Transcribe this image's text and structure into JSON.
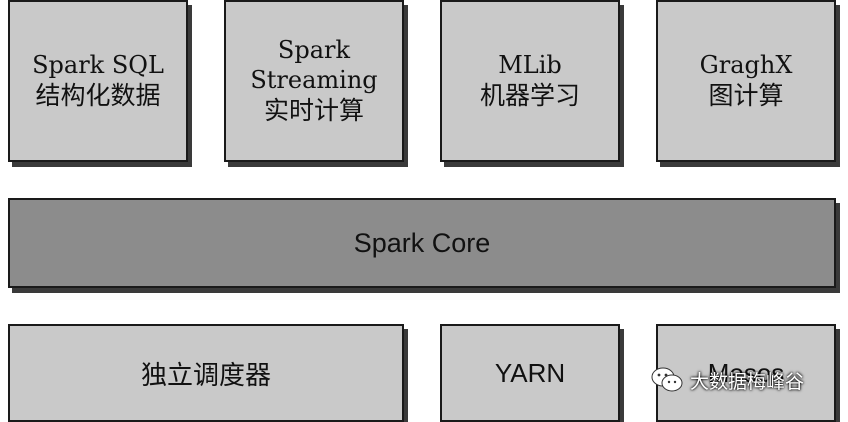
{
  "modules": {
    "spark_sql": {
      "line1": "Spark SQL",
      "line2": "结构化数据"
    },
    "spark_streaming": {
      "line1": "Spark",
      "line2": "Streaming",
      "line3": "实时计算"
    },
    "mlib": {
      "line1": "MLib",
      "line2": "机器学习"
    },
    "graphx": {
      "line1": "GraghX",
      "line2": "图计算"
    }
  },
  "core": {
    "label": "Spark Core"
  },
  "schedulers": {
    "standalone": {
      "label": "独立调度器"
    },
    "yarn": {
      "label": "YARN"
    },
    "mesos": {
      "label": "Mesos"
    }
  },
  "watermark": {
    "icon": "wechat-icon",
    "text": "大数据梅峰谷"
  },
  "colors": {
    "module_fill": "#c9c9c9",
    "core_fill": "#8c8c8c",
    "border": "#1a1a1a"
  }
}
